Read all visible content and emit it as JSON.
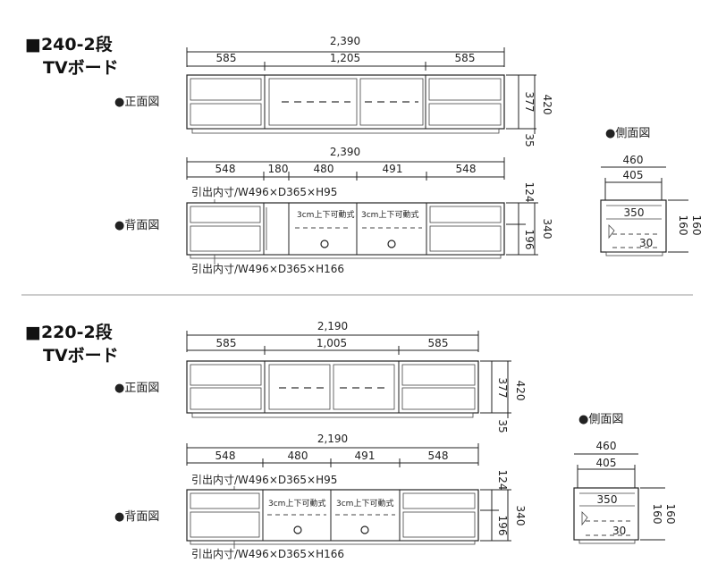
{
  "sections": [
    {
      "title_line1": "■240-2段",
      "title_line2": "TVボード",
      "front": {
        "label": "●正面図",
        "total": "2,390",
        "segments": [
          "585",
          "1,205",
          "585"
        ],
        "height_total": "420",
        "height_body": "377",
        "height_foot": "35"
      },
      "back": {
        "label": "●背面図",
        "total": "2,390",
        "segments": [
          "548",
          "180",
          "480",
          "491",
          "548"
        ],
        "drawer_top": "引出内寸/W496×D365×H95",
        "drawer_bottom": "引出内寸/W496×D365×H166",
        "shelf_note": "3cm上下可動式",
        "height_total": "340",
        "height_top": "124",
        "height_bottom": "196"
      },
      "side": {
        "label": "●側面図",
        "width_outer": "460",
        "width_inner": "405",
        "depth_shelf": "350",
        "offset": "30",
        "height_a": "160",
        "height_b": "160"
      }
    },
    {
      "title_line1": "■220-2段",
      "title_line2": "TVボード",
      "front": {
        "label": "●正面図",
        "total": "2,190",
        "segments": [
          "585",
          "1,005",
          "585"
        ],
        "height_total": "420",
        "height_body": "377",
        "height_foot": "35"
      },
      "back": {
        "label": "●背面図",
        "total": "2,190",
        "segments": [
          "548",
          "480",
          "491",
          "548"
        ],
        "drawer_top": "引出内寸/W496×D365×H95",
        "drawer_bottom": "引出内寸/W496×D365×H166",
        "shelf_note": "3cm上下可動式",
        "height_total": "340",
        "height_top": "124",
        "height_bottom": "196"
      },
      "side": {
        "label": "●側面図",
        "width_outer": "460",
        "width_inner": "405",
        "depth_shelf": "350",
        "offset": "30",
        "height_a": "160",
        "height_b": "160"
      }
    }
  ]
}
